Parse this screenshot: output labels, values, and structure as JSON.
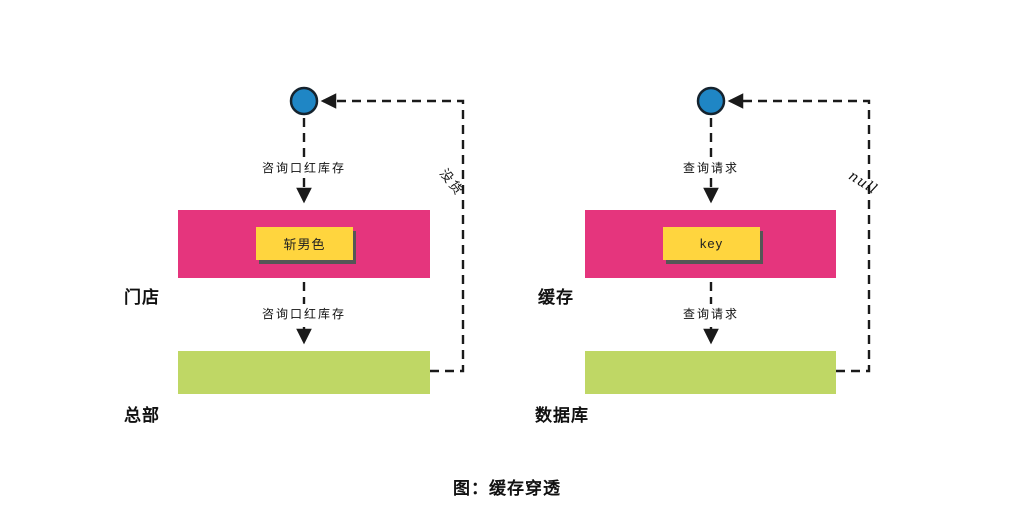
{
  "caption": "图：缓存穿透",
  "diagrams": [
    {
      "id": "store-flow",
      "request_label_top": "咨询口红库存",
      "request_label_bottom": "咨询口红库存",
      "return_label": "没货",
      "tag_label": "斩男色",
      "tier1_label": "门店",
      "tier2_label": "总部"
    },
    {
      "id": "cache-flow",
      "request_label_top": "查询请求",
      "request_label_bottom": "查询请求",
      "return_label": "null",
      "tag_label": "key",
      "tier1_label": "缓存",
      "tier2_label": "数据库"
    }
  ],
  "colors": {
    "pink": "#e5357d",
    "yellow": "#ffd53e",
    "green": "#bfd765",
    "blue": "#1f86c5",
    "line": "#1a1a1a"
  }
}
